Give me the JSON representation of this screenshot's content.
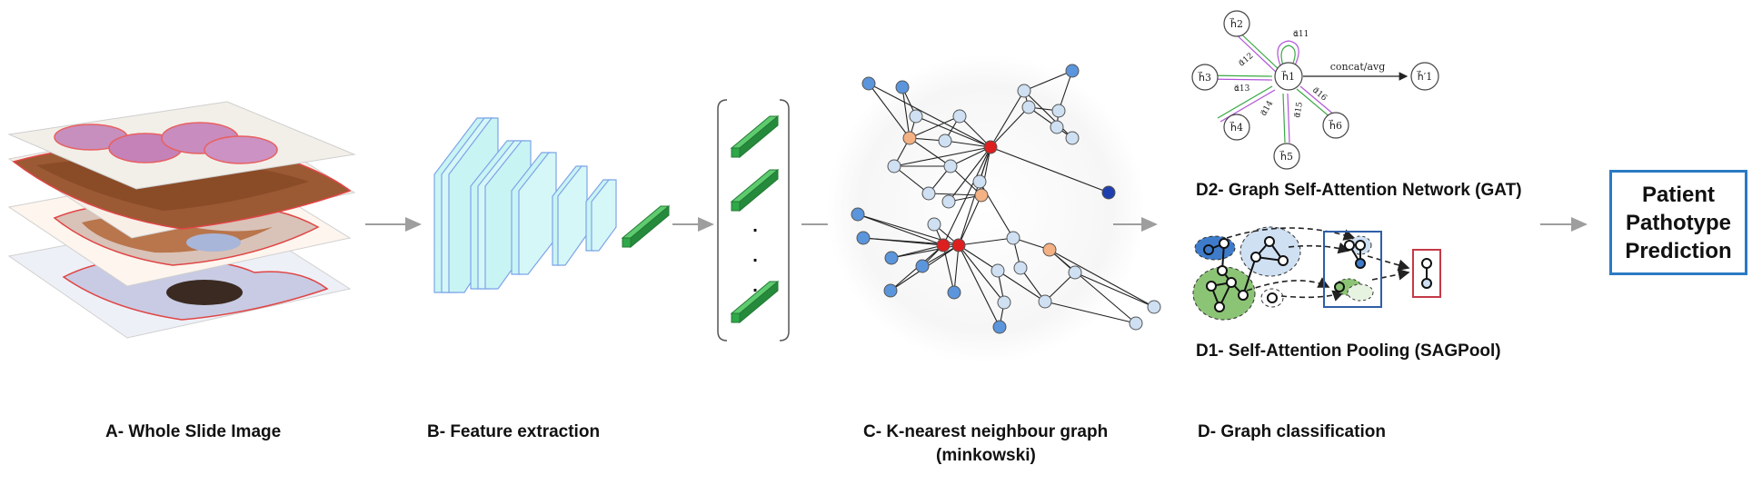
{
  "captions": {
    "a": "A- Whole Slide Image",
    "b": "B- Feature extraction",
    "c1": "C- K-nearest neighbour graph",
    "c2": "(minkowski)",
    "d": "D- Graph classification"
  },
  "gat": {
    "title": "D2- Graph Self-Attention Network (GAT)",
    "center_node": "h⃗1",
    "nodes": [
      "h⃗2",
      "h⃗3",
      "h⃗4",
      "h⃗5",
      "h⃗6"
    ],
    "output_node": "h⃗′1",
    "output_label": "concat/avg",
    "alphas": [
      "α⃗11",
      "α⃗12",
      "α⃗13",
      "α⃗14",
      "α⃗15",
      "α⃗16"
    ]
  },
  "sagpool": {
    "title": "D1- Self-Attention Pooling (SAGPool)"
  },
  "output": {
    "line1": "Patient",
    "line2": "Pathotype",
    "line3": "Prediction"
  },
  "feature_vector": {
    "dots": ".",
    "dots2": ".",
    "dots3": "."
  },
  "colors": {
    "arrow": "#9e9e9e",
    "box_border": "#2a7ac3",
    "cnn_face": "#c9f4f4",
    "cnn_edge": "#7da5e8",
    "feature_green": "#2fa84a",
    "node_blue": "#5b95dc",
    "node_light": "#cfe0f3",
    "node_orange": "#f4b183",
    "node_red": "#dd1f1f",
    "node_navy": "#1f3fb0"
  }
}
